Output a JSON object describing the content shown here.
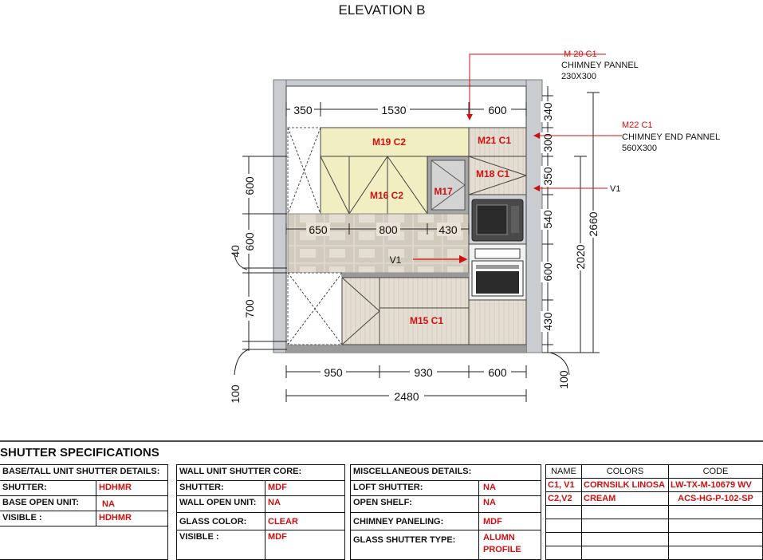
{
  "title": "ELEVATION B",
  "dims": {
    "top": [
      "350",
      "1530",
      "600"
    ],
    "mid": [
      "650",
      "800",
      "430"
    ],
    "bottom": [
      "950",
      "930",
      "600"
    ],
    "total_width": "2480",
    "right_stack": [
      "340",
      "300",
      "350",
      "540",
      "600",
      "430"
    ],
    "right_2020": "2020",
    "right_2660": "2660",
    "right_100": "100",
    "left": [
      "600",
      "600",
      "40",
      "700",
      "100"
    ]
  },
  "modules": {
    "m19": "M19 C2",
    "m21": "M21 C1",
    "m18": "M18 C1",
    "m16": "M16 C2",
    "m17": "M17",
    "m15": "M15 C1",
    "v1_inner": "V1"
  },
  "callouts": {
    "m20_code": "M 20 C1",
    "m20_name": "CHIMNEY PANNEL",
    "m20_size": "230X300",
    "m22_code": "M22 C1",
    "m22_name": "CHIMNEY END PANNEL",
    "m22_size": "560X300",
    "v1": "V1"
  },
  "spec": {
    "title": "SHUTTER SPECIFICATIONS",
    "base": {
      "header": "BASE/TALL UNIT SHUTTER DETAILS:",
      "rows": [
        {
          "k": "SHUTTER:",
          "v": "HDHMR"
        },
        {
          "k": "BASE OPEN UNIT:",
          "v": "NA"
        },
        {
          "k": "VISIBLE :",
          "v": "HDHMR"
        }
      ]
    },
    "wall": {
      "header": "WALL UNIT SHUTTER CORE:",
      "rows": [
        {
          "k": "SHUTTER:",
          "v": "MDF"
        },
        {
          "k": "WALL OPEN UNIT:",
          "v": "NA"
        },
        {
          "k": "GLASS COLOR:",
          "v": "CLEAR"
        },
        {
          "k": "VISIBLE :",
          "v": "MDF"
        }
      ]
    },
    "misc": {
      "header": "MISCELLANEOUS DETAILS:",
      "rows": [
        {
          "k": "LOFT SHUTTER:",
          "v": "NA"
        },
        {
          "k": "OPEN SHELF:",
          "v": "NA"
        },
        {
          "k": "CHIMNEY PANELING:",
          "v": "MDF"
        },
        {
          "k": "GLASS SHUTTER TYPE:",
          "v": "ALUMN",
          "v2": "PROFILE"
        }
      ]
    },
    "colors": {
      "headers": [
        "NAME",
        "COLORS",
        "CODE"
      ],
      "rows": [
        [
          "C1, V1",
          "CORNSILK LINOSA",
          "LW-TX-M-10679 WV"
        ],
        [
          "C2,V2",
          "CREAM",
          "ACS-HG-P-102-SP"
        ]
      ]
    }
  },
  "palette": {
    "cream": "#f1eec2",
    "wood": "#e5ddd2",
    "tile": "#dcd5c9",
    "annotation_red": "#d01010",
    "wall_grey": "#c9ccd0"
  }
}
